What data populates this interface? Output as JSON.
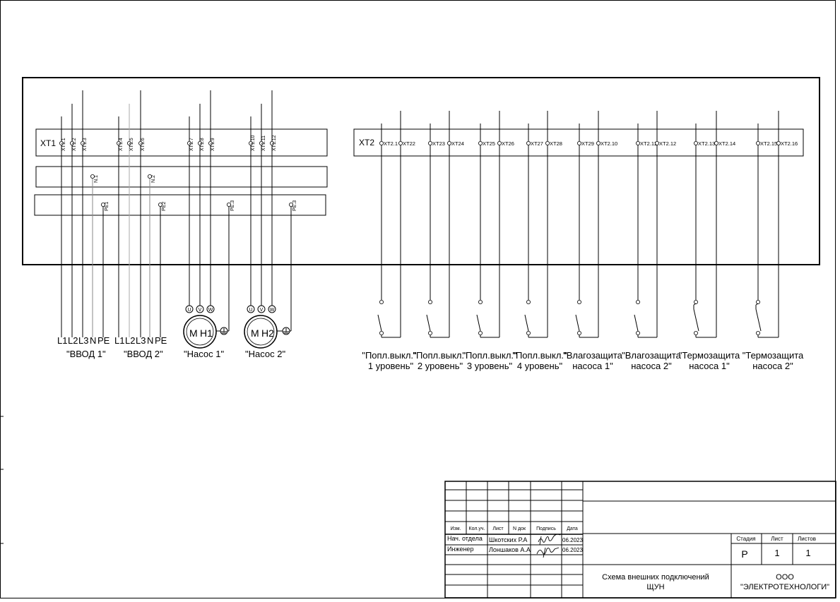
{
  "xt1": {
    "label": "XT1",
    "terminals": [
      "XT1.1",
      "XT1.2",
      "XT1.3",
      "XT1.4",
      "XT1.5",
      "XT1.6",
      "XT1.7",
      "XT1.8",
      "XT1.9",
      "XT1.10",
      "XT1.11",
      "XT1.12"
    ],
    "n_terminals": [
      "N.1",
      "N.2"
    ],
    "pe_terminals": [
      "PE1",
      "PE2",
      "PE.3",
      "PE.3"
    ]
  },
  "xt2": {
    "label": "XT2",
    "terminals": [
      "XT2.1",
      "XT22",
      "XT23",
      "XT24",
      "XT25",
      "XT26",
      "XT27",
      "XT28",
      "XT29",
      "XT2.10",
      "XT2.11",
      "XT2.12",
      "XT2.13",
      "XT2.14",
      "XT2.15",
      "XT2.16"
    ]
  },
  "inputs": [
    {
      "wires": [
        "L1",
        "L2",
        "L3",
        "N",
        "PE"
      ],
      "caption": "\"ВВОД 1\""
    },
    {
      "wires": [
        "L1",
        "L2",
        "L3",
        "N",
        "PE"
      ],
      "caption": "\"ВВОД 2\""
    }
  ],
  "motors": [
    {
      "label_m": "M",
      "label_h": "H1",
      "phases": [
        "U",
        "V",
        "W"
      ],
      "caption": "\"Насос 1\""
    },
    {
      "label_m": "M",
      "label_h": "H2",
      "phases": [
        "U",
        "V",
        "W"
      ],
      "caption": "\"Насос 2\""
    }
  ],
  "sensors": [
    {
      "line1": "\"Попл.выкл.\"",
      "line2": "1 уровень\""
    },
    {
      "line1": "\"Попл.выкл.\"",
      "line2": "2 уровень\""
    },
    {
      "line1": "\"Попл.выкл.\"",
      "line2": "3 уровень\""
    },
    {
      "line1": "\"Попл.выкл.\"",
      "line2": "4 уровень\""
    },
    {
      "line1": "\"Влагозащита",
      "line2": "насоса 1\""
    },
    {
      "line1": "\"Влагозащита",
      "line2": "насоса 2\""
    },
    {
      "line1": "\"Термозащита",
      "line2": "насоса 1\""
    },
    {
      "line1": "\"Термозащита",
      "line2": "насоса 2\""
    }
  ],
  "title_block": {
    "col_headers": [
      "Изм.",
      "Кол.уч.",
      "Лист",
      "N док",
      "Подпись",
      "Дата"
    ],
    "rows": [
      {
        "role": "Нач. отдела",
        "name": "Шкотских Р.А",
        "date": "06.2023"
      },
      {
        "role": "Инженер",
        "name": "Лоншаков А.А",
        "date": "06.2023"
      }
    ],
    "stage_label": "Стадия",
    "sheet_label": "Лист",
    "sheets_label": "Листов",
    "stage": "Р",
    "sheet": "1",
    "sheets": "1",
    "title_line1": "Схема внешних подключений",
    "title_line2": "ЩУН",
    "org_line1": "ООО",
    "org_line2": "\"ЭЛЕКТРОТЕХНОЛОГИ\""
  }
}
